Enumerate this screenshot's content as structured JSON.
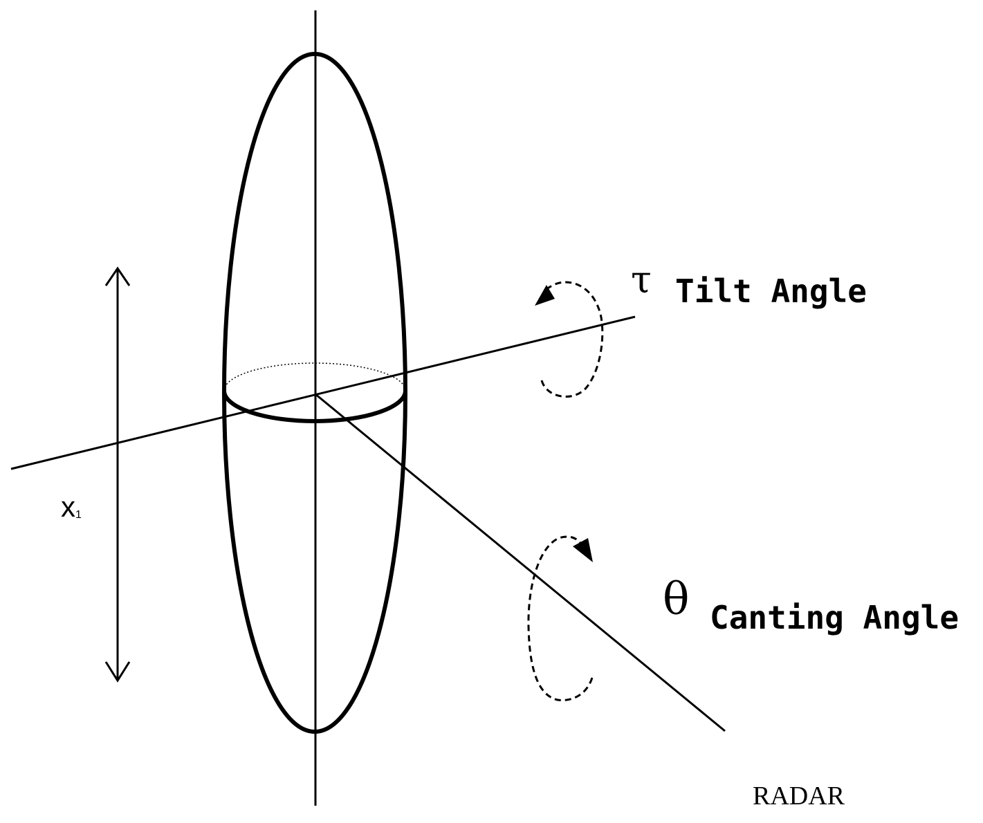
{
  "labels": {
    "tau_symbol": "τ",
    "tilt_angle": "Tilt Angle",
    "theta_symbol": "θ",
    "canting_angle": "Canting Angle",
    "x_main": "x",
    "x_subscript": "1",
    "radar": "RADAR"
  },
  "colors": {
    "stroke": "#000000",
    "background": "#ffffff"
  }
}
